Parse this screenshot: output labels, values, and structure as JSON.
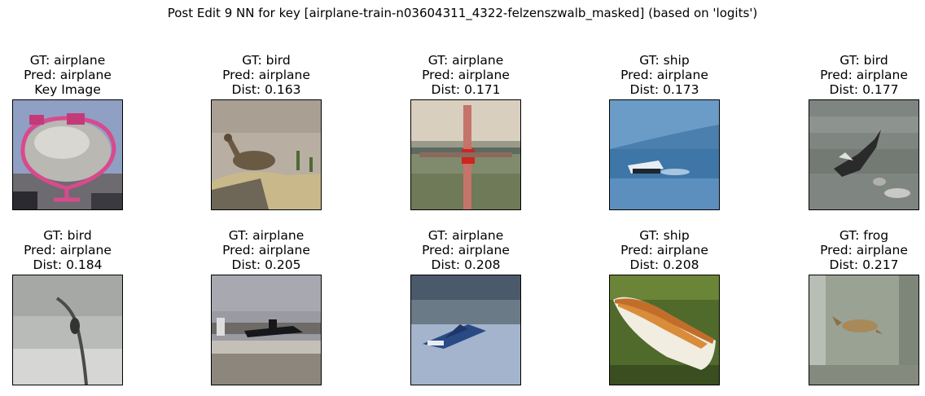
{
  "figure": {
    "title": "Post Edit 9 NN for key [airplane-train-n03604311_4322-felzenszwalb_masked] (based on 'logits')"
  },
  "panels": [
    {
      "gt": "GT: airplane",
      "pred": "Pred: airplane",
      "extra": "Key Image",
      "icon": "airplane-balloon-image"
    },
    {
      "gt": "GT: bird",
      "pred": "Pred: airplane",
      "extra": "Dist: 0.163",
      "icon": "bird-on-rock-image"
    },
    {
      "gt": "GT: airplane",
      "pred": "Pred: airplane",
      "extra": "Dist: 0.171",
      "icon": "red-airplane-over-water-image"
    },
    {
      "gt": "GT: ship",
      "pred": "Pred: airplane",
      "extra": "Dist: 0.173",
      "icon": "speedboat-image"
    },
    {
      "gt": "GT: bird",
      "pred": "Pred: airplane",
      "extra": "Dist: 0.177",
      "icon": "bird-in-water-image"
    },
    {
      "gt": "GT: bird",
      "pred": "Pred: airplane",
      "extra": "Dist: 0.184",
      "icon": "bird-on-branch-image"
    },
    {
      "gt": "GT: airplane",
      "pred": "Pred: airplane",
      "extra": "Dist: 0.205",
      "icon": "dark-airplane-on-runway-image"
    },
    {
      "gt": "GT: airplane",
      "pred": "Pred: airplane",
      "extra": "Dist: 0.208",
      "icon": "blue-airplane-image"
    },
    {
      "gt": "GT: ship",
      "pred": "Pred: airplane",
      "extra": "Dist: 0.208",
      "icon": "rowboat-image"
    },
    {
      "gt": "GT: frog",
      "pred": "Pred: airplane",
      "extra": "Dist: 0.217",
      "icon": "frog-in-tank-image"
    }
  ]
}
